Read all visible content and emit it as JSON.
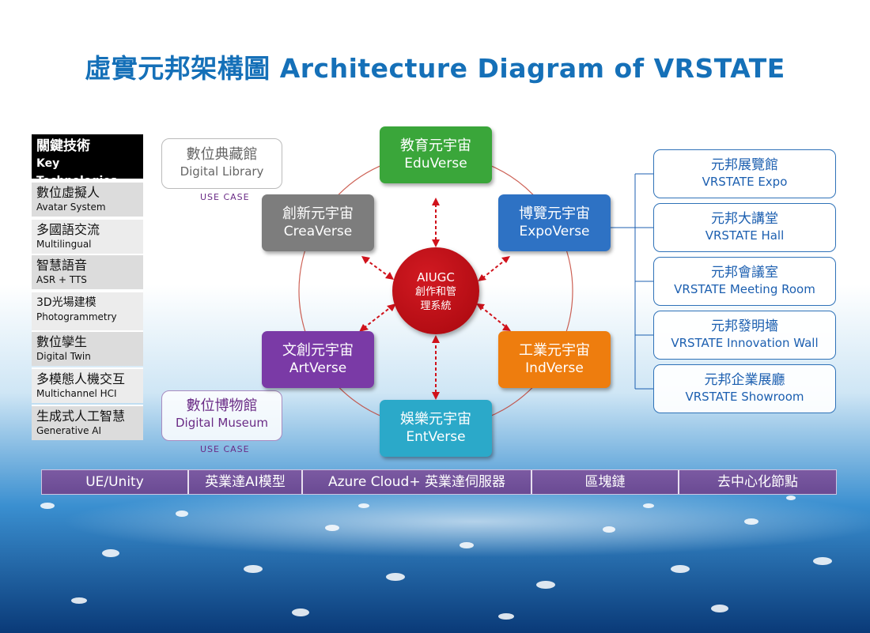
{
  "title": "虛實元邦架構圖 Architecture Diagram of VRSTATE",
  "key_technologies": {
    "header_zh": "關鍵技術",
    "header_en": "Key Technologies",
    "items": [
      {
        "zh": "數位虛擬人",
        "en": "Avatar System"
      },
      {
        "zh": "多國語交流",
        "en": "Multilingual"
      },
      {
        "zh": "智慧語音",
        "en": "ASR + TTS"
      },
      {
        "zh": "3D光場建模",
        "en": "Photogrammetry"
      },
      {
        "zh": "數位孿生",
        "en": "Digital Twin"
      },
      {
        "zh": "多模態人機交互",
        "en": "Multichannel HCI"
      },
      {
        "zh": "生成式人工智慧",
        "en": "Generative AI"
      }
    ]
  },
  "use_cases": {
    "library": {
      "zh": "數位典藏館",
      "en": "Digital Library",
      "label": "USE CASE",
      "color": "#666666"
    },
    "museum": {
      "zh": "數位博物館",
      "en": "Digital Museum",
      "label": "USE CASE",
      "color": "#6a2b86"
    }
  },
  "center": {
    "line1": "AIUGC",
    "line2": "創作和管",
    "line3": "理系統",
    "color": "#c00d14"
  },
  "verses": {
    "edu": {
      "zh": "教育元宇宙",
      "en": "EduVerse",
      "color": "#3aa63a"
    },
    "expo": {
      "zh": "博覽元宇宙",
      "en": "ExpoVerse",
      "color": "#2e72c4"
    },
    "ind": {
      "zh": "工業元宇宙",
      "en": "IndVerse",
      "color": "#ee7d0e"
    },
    "ent": {
      "zh": "娛樂元宇宙",
      "en": "EntVerse",
      "color": "#2ba9c9"
    },
    "art": {
      "zh": "文創元宇宙",
      "en": "ArtVerse",
      "color": "#7a3aa6"
    },
    "crea": {
      "zh": "創新元宇宙",
      "en": "CreaVerse",
      "color": "#7d7d7d"
    }
  },
  "expo_sites": [
    {
      "zh": "元邦展覽館",
      "en": "VRSTATE Expo"
    },
    {
      "zh": "元邦大講堂",
      "en": "VRSTATE Hall"
    },
    {
      "zh": "元邦會議室",
      "en": "VRSTATE Meeting Room"
    },
    {
      "zh": "元邦發明墻",
      "en": "VRSTATE Innovation Wall"
    },
    {
      "zh": "元邦企業展廳",
      "en": "VRSTATE Showroom"
    }
  ],
  "infrastructure": [
    "UE/Unity",
    "英業達AI模型",
    "Azure Cloud+ 英業達伺服器",
    "區塊鏈",
    "去中心化節點"
  ]
}
